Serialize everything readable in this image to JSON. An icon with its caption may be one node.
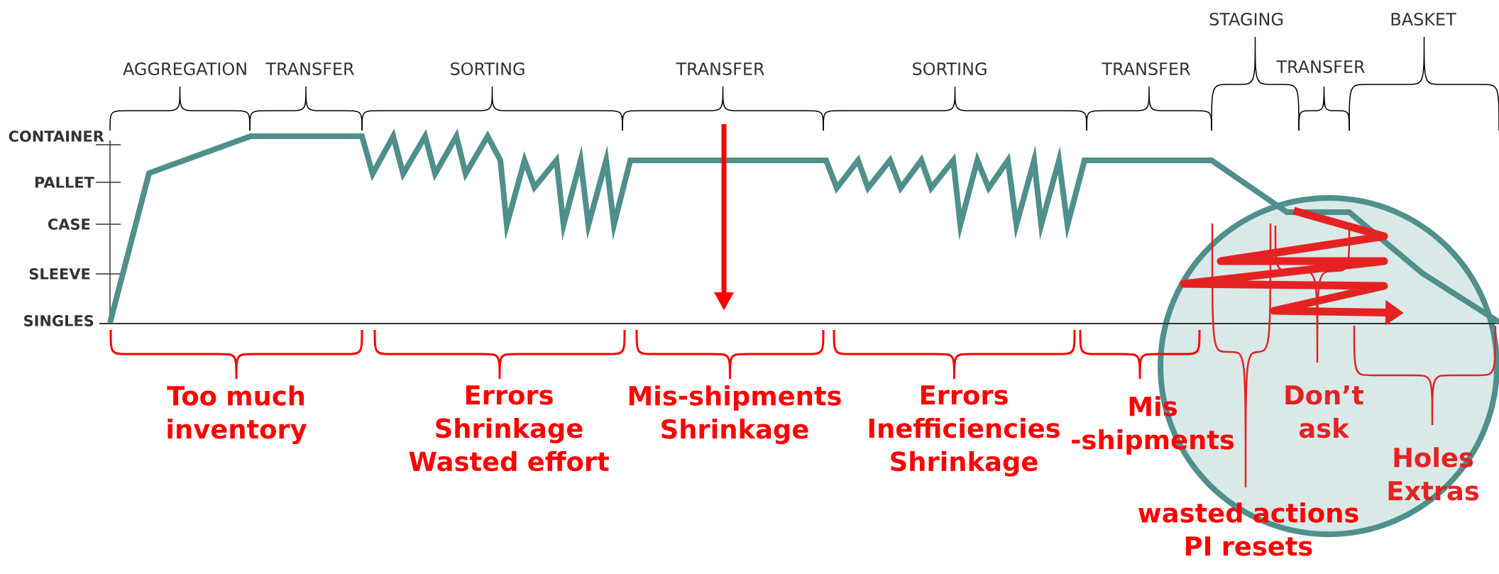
{
  "diagram": {
    "labels": [
      "STAGING",
      "BASKET",
      "AGGREGATION",
      "TRANSFER",
      "SORTING",
      "TRANSFER",
      "SORTING",
      "TRANSFER",
      "TRANSFER",
      "CONTAINER",
      "PALLET",
      "CASE",
      "SLEEVE",
      "SINGLES",
      "Too much inventory",
      "Errors Shrinkage Wasted effort",
      "Mis-shipments Shrinkage",
      "Errors Inefficiencies Shrinkage",
      "Mis -shipments",
      "Don’t ask",
      "Holes Extras",
      "wasted actions PI resets"
    ]
  }
}
